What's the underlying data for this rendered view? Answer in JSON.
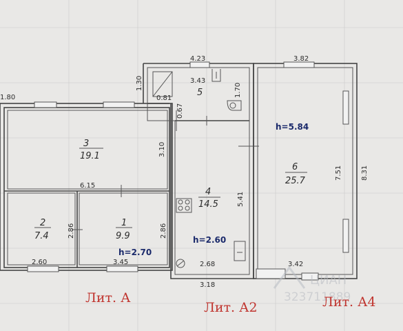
{
  "dimensions": {
    "top_left_1_80": "1.80",
    "a2_top_4_23": "4.23",
    "a2_inner_3_43": "3.43",
    "a2_left_1_30": "1.30",
    "a2_inner_0_81": "0.81",
    "a2_right_1_70": "1.70",
    "a2_mid_0_67": "0.67",
    "a4_top_3_82": "3.82",
    "r3_height_3_10": "3.10",
    "a_width_6_15": "6.15",
    "r4_height_5_41": "5.41",
    "r6_height_7_51": "7.51",
    "outer_8_31": "8.31",
    "r2_height_2_86": "2.86",
    "r1_height_2_86": "2.86",
    "r2_width_2_60": "2.60",
    "r1_width_3_45": "3.45",
    "r4_width_2_68": "2.68",
    "a2_bottom_3_18": "3.18",
    "r6_width_3_42": "3.42"
  },
  "rooms": [
    {
      "num": "1",
      "area": "9.9"
    },
    {
      "num": "2",
      "area": "7.4"
    },
    {
      "num": "3",
      "area": "19.1"
    },
    {
      "num": "4",
      "area": "14.5"
    },
    {
      "num": "5",
      "area": ""
    },
    {
      "num": "6",
      "area": "25.7"
    }
  ],
  "heights": {
    "lit_a": "h=2.70",
    "lit_a2": "h=2.60",
    "lit_a4": "h=5.84"
  },
  "labels": {
    "lit_a": "Лит. А",
    "lit_a2": "Лит. А2",
    "lit_a4": "Лит. А4"
  },
  "watermark": {
    "brand": "ЦИАН",
    "id": "323711889"
  },
  "colors": {
    "background": "#e9e8e6",
    "lines": "#444444",
    "lit_labels": "#c0352f",
    "height_labels": "#1b2a6b"
  }
}
